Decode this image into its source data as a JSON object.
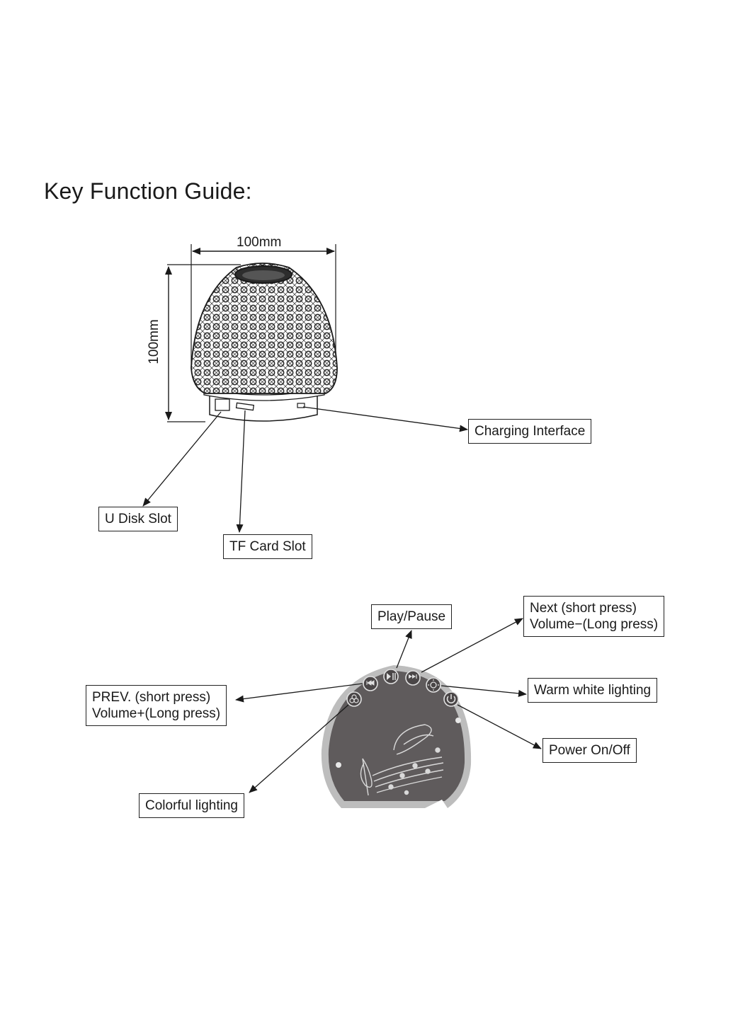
{
  "title": "Key Function Guide:",
  "dimensions": {
    "width": "100mm",
    "height": "100mm"
  },
  "top_labels": {
    "charging": "Charging Interface",
    "u_disk": "U Disk Slot",
    "tf_card": "TF Card Slot"
  },
  "panel_labels": {
    "play_pause": "Play/Pause",
    "next_line1": "Next (short press)",
    "next_line2": "Volume−(Long press)",
    "prev_line1": "PREV. (short press)",
    "prev_line2": "Volume+(Long press)",
    "warm_white": "Warm white lighting",
    "power": "Power On/Off",
    "colorful": "Colorful lighting"
  },
  "icons": [
    "colorful-lighting-icon",
    "prev-icon",
    "play-pause-icon",
    "next-icon",
    "warm-white-icon",
    "power-icon",
    "music-notes-icon"
  ],
  "colors": {
    "line": "#1a1a1a",
    "panel": "#5f5b5c",
    "panel_rim": "#bdbdbd"
  }
}
